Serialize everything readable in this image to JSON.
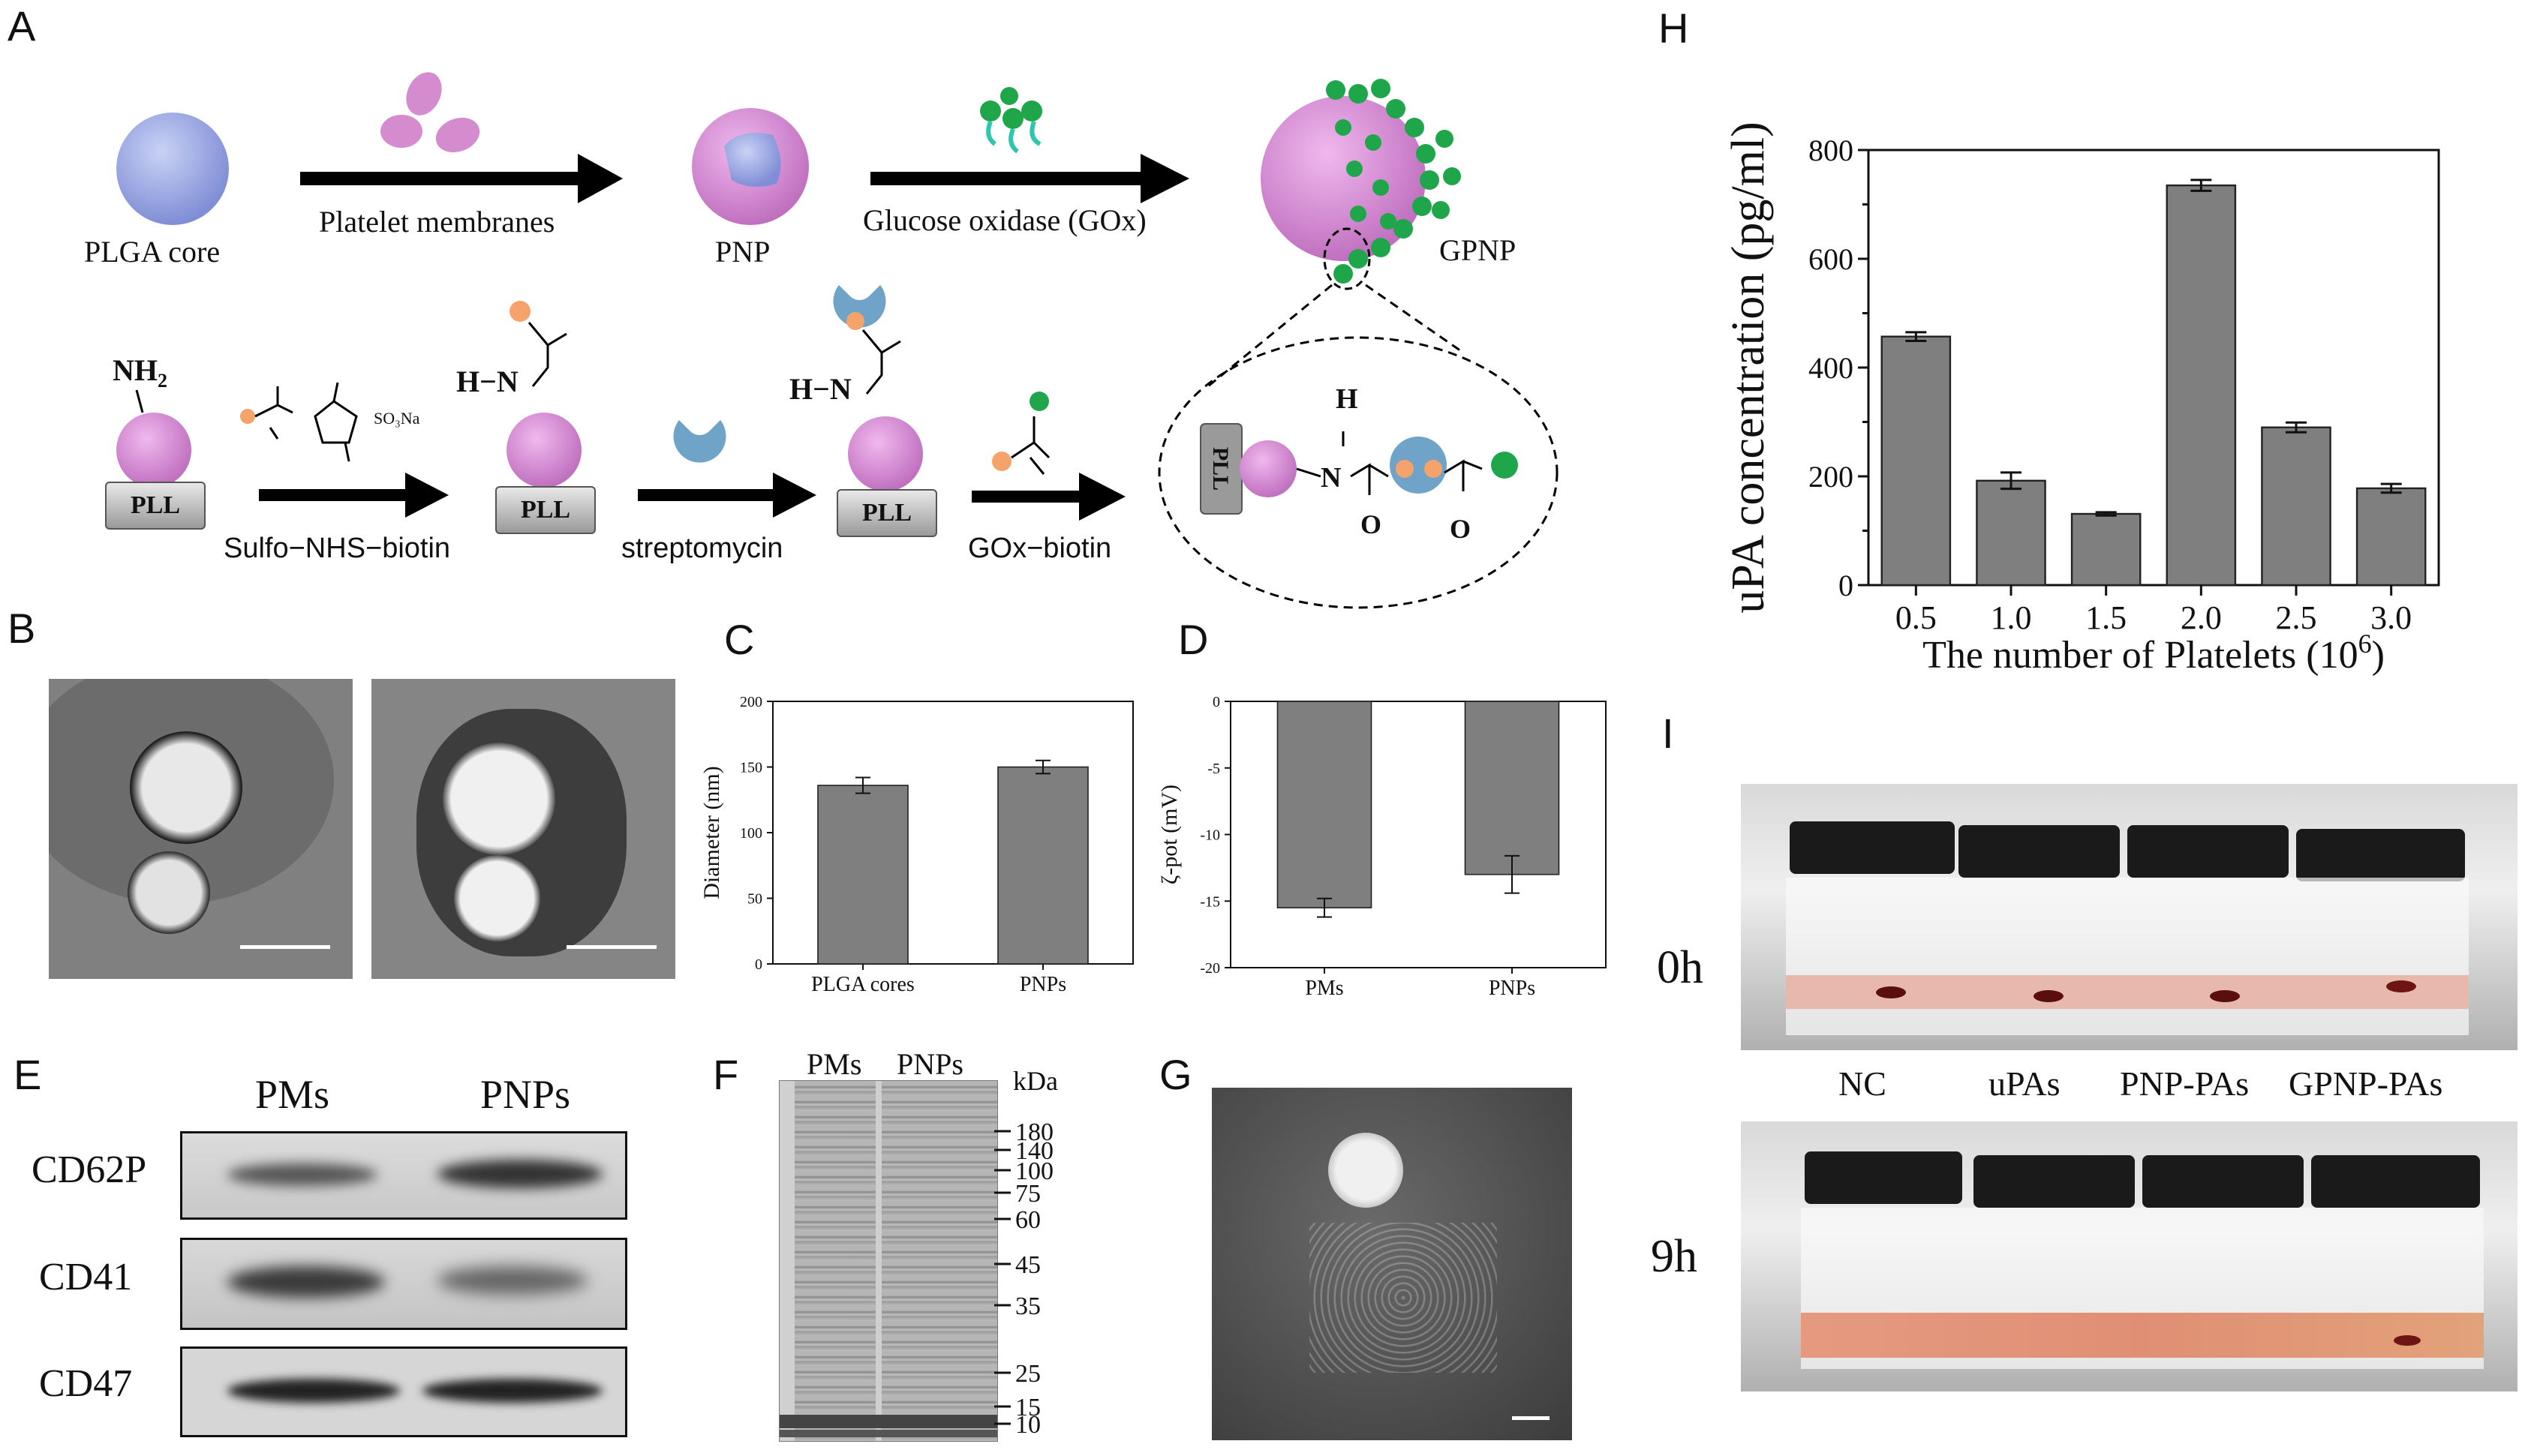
{
  "panels": {
    "A": "A",
    "B": "B",
    "C": "C",
    "D": "D",
    "E": "E",
    "F": "F",
    "G": "G",
    "H": "H",
    "I": "I"
  },
  "panelA": {
    "plga_core": "PLGA  core",
    "platelet_membranes": "Platelet membranes",
    "pnp": "PNP",
    "gox": "Glucose oxidase (GOx)",
    "gpnp": "GPNP",
    "nh2": "NH",
    "nh2_sub": "2",
    "so3na": "SO₃Na",
    "pll": "PLL",
    "sulfo": "Sulfo−NHS−biotin",
    "streptomycin": "streptomycin",
    "gox_biotin": "GOx−biotin",
    "h_n": "H−N",
    "h": "H",
    "n": "N",
    "o": "O"
  },
  "panelE": {
    "col1": "PMs",
    "col2": "PNPs",
    "rows": [
      "CD62P",
      "CD41",
      "CD47"
    ]
  },
  "panelF": {
    "col1": "PMs",
    "col2": "PNPs",
    "unit": "kDa",
    "markers": [
      "180",
      "140",
      "100",
      "75",
      "60",
      "45",
      "35",
      "25",
      "15",
      "10"
    ]
  },
  "panelI": {
    "row1": "0h",
    "row2": "9h",
    "groups": [
      "NC",
      "uPAs",
      "PNP-PAs",
      "GPNP-PAs"
    ]
  },
  "colors": {
    "bar": "#7f7f7f",
    "plga": "#a9b5e8",
    "membrane": "#d890d6",
    "gox": "#1fa64a",
    "orange": "#f5a36a",
    "strept": "#6fa3c8"
  },
  "chart_data": [
    {
      "id": "C",
      "type": "bar",
      "categories": [
        "PLGA cores",
        "PNPs"
      ],
      "values": [
        136,
        150
      ],
      "errors": [
        6,
        5
      ],
      "ylabel": "Diameter (nm)",
      "ylim": [
        0,
        200
      ],
      "yticks": [
        "0",
        "50",
        "100",
        "150",
        "200"
      ]
    },
    {
      "id": "D",
      "type": "bar",
      "categories": [
        "PMs",
        "PNPs"
      ],
      "values": [
        -15.5,
        -13
      ],
      "errors": [
        0.7,
        1.4
      ],
      "ylabel": "ζ-pot (mV)",
      "ylim": [
        -20,
        0
      ],
      "yticks": [
        "0",
        "-5",
        "-10",
        "-15",
        "-20"
      ]
    },
    {
      "id": "H",
      "type": "bar",
      "categories": [
        "0.5",
        "1.0",
        "1.5",
        "2.0",
        "2.5",
        "3.0"
      ],
      "values": [
        457,
        192,
        131,
        735,
        290,
        178
      ],
      "errors": [
        8,
        15,
        3,
        10,
        9,
        8
      ],
      "ylabel": "uPA concentration (pg/ml)",
      "xlabel": "The number of Platelets (10",
      "xlabel_sup": "6",
      "xlabel_end": ")",
      "ylim": [
        0,
        800
      ],
      "yticks": [
        "0",
        "200",
        "400",
        "600",
        "800"
      ]
    }
  ]
}
